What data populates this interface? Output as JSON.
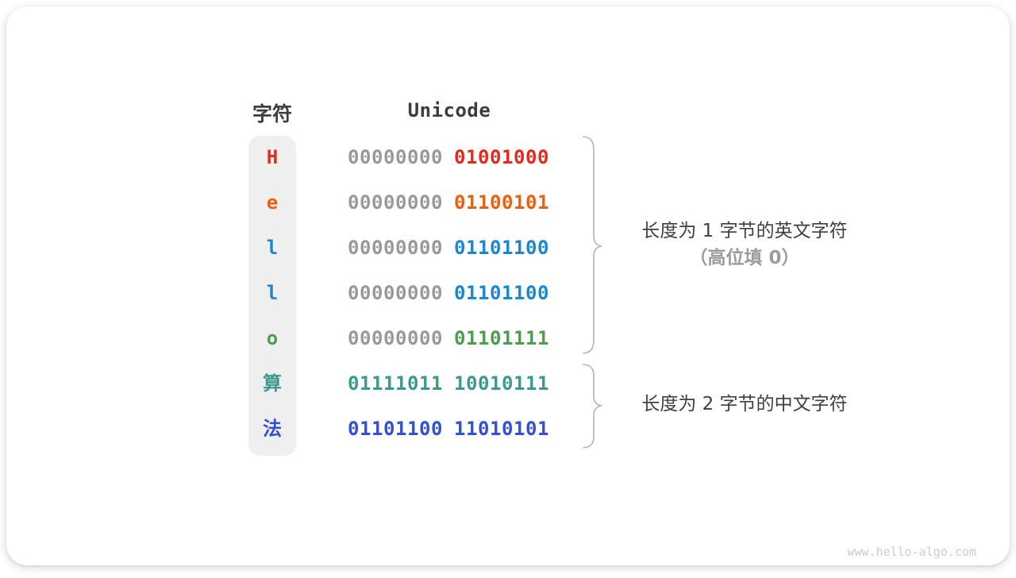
{
  "table": {
    "headers": {
      "char": "字符",
      "unicode": "Unicode"
    },
    "rows": [
      {
        "char": "H",
        "char_color": "#e12c1c",
        "byte1": "00000000",
        "byte1_color": "#999999",
        "byte2": "01001000",
        "byte2_color": "#e12c1c"
      },
      {
        "char": "e",
        "char_color": "#ee5f0d",
        "byte1": "00000000",
        "byte1_color": "#999999",
        "byte2": "01100101",
        "byte2_color": "#ee5f0d"
      },
      {
        "char": "l",
        "char_color": "#1b87d1",
        "byte1": "00000000",
        "byte1_color": "#999999",
        "byte2": "01101100",
        "byte2_color": "#1b87d1"
      },
      {
        "char": "l",
        "char_color": "#1b87d1",
        "byte1": "00000000",
        "byte1_color": "#999999",
        "byte2": "01101100",
        "byte2_color": "#1b87d1"
      },
      {
        "char": "o",
        "char_color": "#4d9d4f",
        "byte1": "00000000",
        "byte1_color": "#999999",
        "byte2": "01101111",
        "byte2_color": "#4d9d4f"
      },
      {
        "char": "算",
        "char_color": "#3c9a8d",
        "byte1": "01111011",
        "byte1_color": "#3c9a8d",
        "byte2": "10010111",
        "byte2_color": "#3c9a8d"
      },
      {
        "char": "法",
        "char_color": "#3350d2",
        "byte1": "01101100",
        "byte1_color": "#3350d2",
        "byte2": "11010101",
        "byte2_color": "#3350d2"
      }
    ]
  },
  "annotations": {
    "english": {
      "line1": "长度为 1 字节的英文字符",
      "line2": "（高位填 0）"
    },
    "chinese": {
      "line1": "长度为 2 字节的中文字符"
    }
  },
  "watermark": "www.hello-algo.com",
  "colors": {
    "header_text": "#3d3d3d",
    "leading_zero_gray": "#999999",
    "annotation_dark": "#3f3f3f",
    "annotation_gray": "#9c9c9c",
    "brace": "#b3b3b3",
    "char_column_bg": "#efefef",
    "watermark": "#cccccc"
  }
}
